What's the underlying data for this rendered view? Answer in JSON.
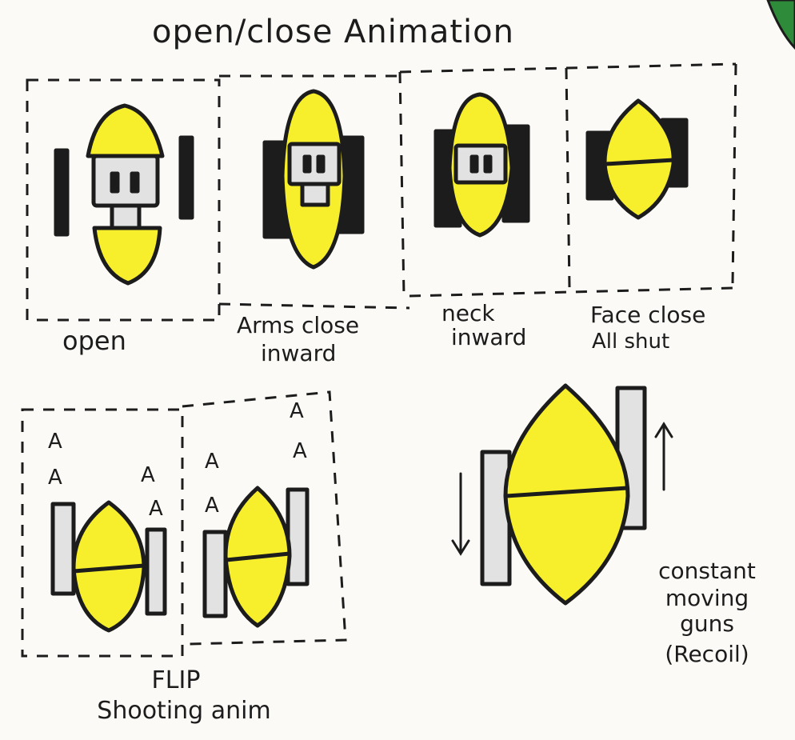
{
  "title": "open/close Animation",
  "colors": {
    "paper": "#fbfaf6",
    "ink": "#1c1c1c",
    "yellow": "#f7ef2c",
    "gray": "#e2e2e2",
    "corner_green": "#2e8b3a"
  },
  "frames": [
    {
      "label_lines": [
        "open"
      ]
    },
    {
      "label_lines": [
        "Arms close",
        "inward"
      ]
    },
    {
      "label_lines": [
        "neck",
        "inward"
      ]
    },
    {
      "label_lines": [
        "Face close",
        "All shut"
      ]
    }
  ],
  "flip_frames": {
    "label_lines": [
      "FLIP",
      "Shooting anim"
    ],
    "bullet_glyph": "A"
  },
  "recoil": {
    "label_lines": [
      "constant",
      "moving",
      "guns",
      "(Recoil)"
    ]
  }
}
